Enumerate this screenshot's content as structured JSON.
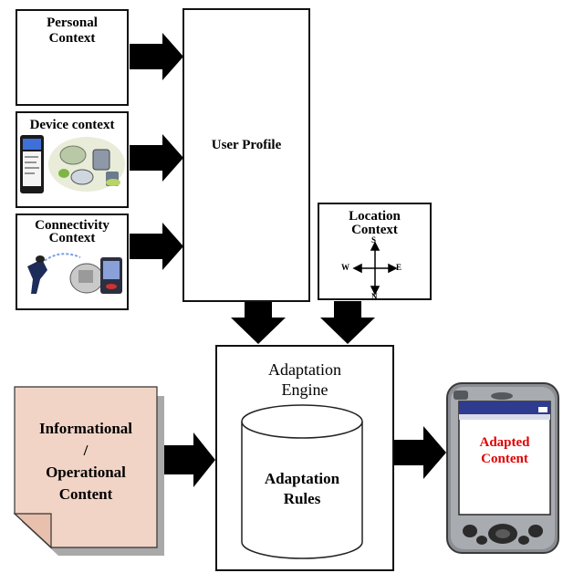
{
  "personal_context": {
    "line1": "Personal",
    "line2": "Context"
  },
  "device_context": {
    "label": "Device context"
  },
  "connectivity_context": {
    "line1": "Connectivity",
    "line2": "Context"
  },
  "user_profile": {
    "label": "User Profile"
  },
  "location_context": {
    "line1": "Location",
    "line2": "Context",
    "compass": {
      "north": "S",
      "south": "N",
      "west": "W",
      "east": "E"
    }
  },
  "adaptation_engine": {
    "line1": "Adaptation",
    "line2": "Engine"
  },
  "adaptation_rules": {
    "line1": "Adaptation",
    "line2": "Rules"
  },
  "informational_content": {
    "line1": "Informational",
    "line2": "/",
    "line3": "Operational",
    "line4": "Content"
  },
  "adapted_content": {
    "line1": "Adapted",
    "line2": "Content"
  },
  "colors": {
    "document_fill": "#f2d4c6",
    "adapted_text": "#e00000",
    "pda_body": "#8a8d92"
  },
  "icons": {
    "personal": "person-silhouette-icon",
    "device": "devices-icon",
    "connectivity": "connectivity-devices-icon",
    "location": "compass-icon",
    "output": "pda-device-icon"
  }
}
